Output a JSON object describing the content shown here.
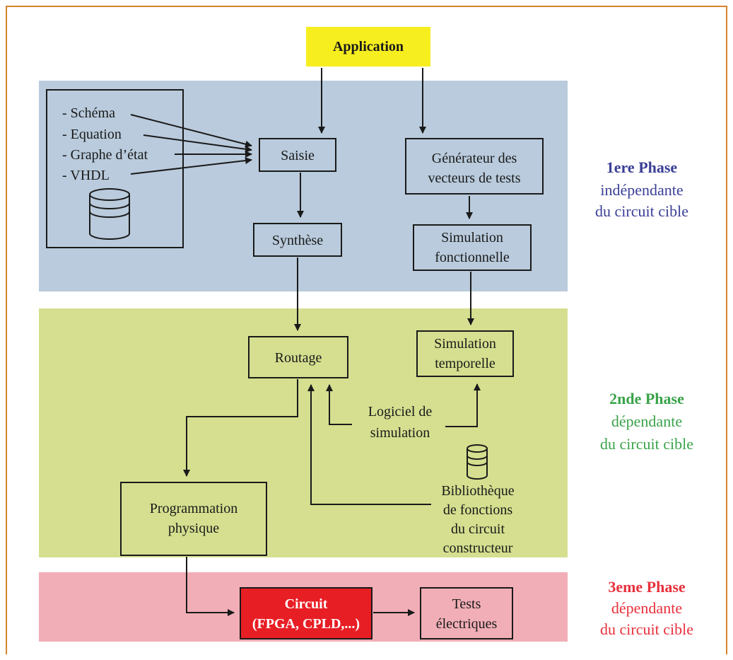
{
  "colors": {
    "frame": "#d9822b",
    "phase1_bg": "#b9cbdc",
    "phase2_bg": "#d5df8f",
    "phase3_bg": "#f1aeb6",
    "application_bg": "#f6ee1f",
    "circuit_bg": "#e81e25",
    "phase1_text": "#3a3f96",
    "phase2_text": "#3aa34a",
    "phase3_text": "#e8303c"
  },
  "application": "Application",
  "inputs": {
    "items": [
      "- Schéma",
      "- Equation",
      "- Graphe d’état",
      "- VHDL"
    ],
    "database_icon": "database-icon"
  },
  "boxes": {
    "saisie": "Saisie",
    "generateur": [
      "Générateur des",
      "vecteurs de tests"
    ],
    "synthese": "Synthèse",
    "simulation_fonctionnelle": [
      "Simulation",
      "fonctionnelle"
    ],
    "routage": "Routage",
    "simulation_temporelle": [
      "Simulation",
      "temporelle"
    ],
    "logiciel": [
      "Logiciel de",
      "simulation"
    ],
    "bibliotheque": [
      "Bibliothèque",
      "de fonctions",
      "du circuit",
      "constructeur"
    ],
    "programmation": [
      "Programmation",
      "physique"
    ],
    "circuit": [
      "Circuit",
      "(FPGA, CPLD,...)"
    ],
    "tests": [
      "Tests",
      "électriques"
    ]
  },
  "phases": {
    "p1": [
      "1ere Phase",
      "indépendante",
      "du circuit cible"
    ],
    "p2": [
      "2nde Phase",
      "dépendante",
      "du circuit cible"
    ],
    "p3": [
      "3eme Phase",
      "dépendante",
      "du circuit cible"
    ]
  }
}
